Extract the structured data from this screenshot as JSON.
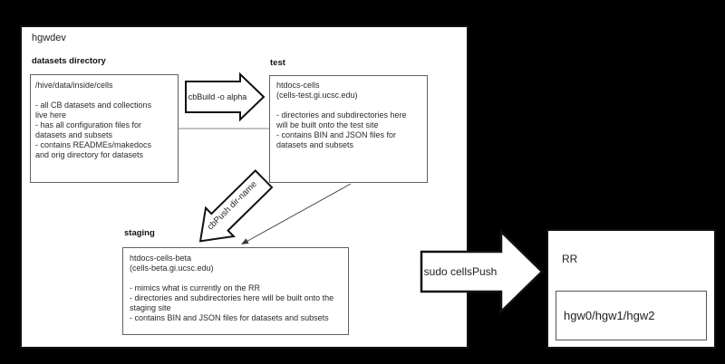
{
  "colors": {
    "background": "#000000",
    "surface": "#ffffff",
    "outer_border": "#111111",
    "inner_border": "#616161",
    "text": "#212121"
  },
  "hgwdev": {
    "title": "hgwdev",
    "datasets": {
      "label": "datasets directory",
      "body": "/hive/data/inside/cells\n\n- all CB datasets and collections\nlive here\n- has all configuration files for\ndatasets and subsets\n- contains READMEs/makedocs\nand orig directory for datasets"
    },
    "test": {
      "label": "test",
      "body": "htdocs-cells\n(cells-test.gi.ucsc.edu)\n\n- directories and subdirectories here\nwill be built onto the test site\n- contains BIN and JSON files for\ndatasets and subsets"
    },
    "staging": {
      "label": "staging",
      "body": "htdocs-cells-beta\n(cells-beta.gi.ucsc.edu)\n\n- mimics what is currently on the RR\n- directories and subdirectories here will be built onto the\nstaging site\n- contains BIN and JSON files for datasets and subsets"
    }
  },
  "arrows": {
    "cbbuild_label": "cbBuild -o alpha",
    "cbpush_label": "cbPush dir-name",
    "cellspush_label": "sudo cellsPush"
  },
  "rr": {
    "title": "RR",
    "servers": "hgw0/hgw1/hgw2"
  }
}
